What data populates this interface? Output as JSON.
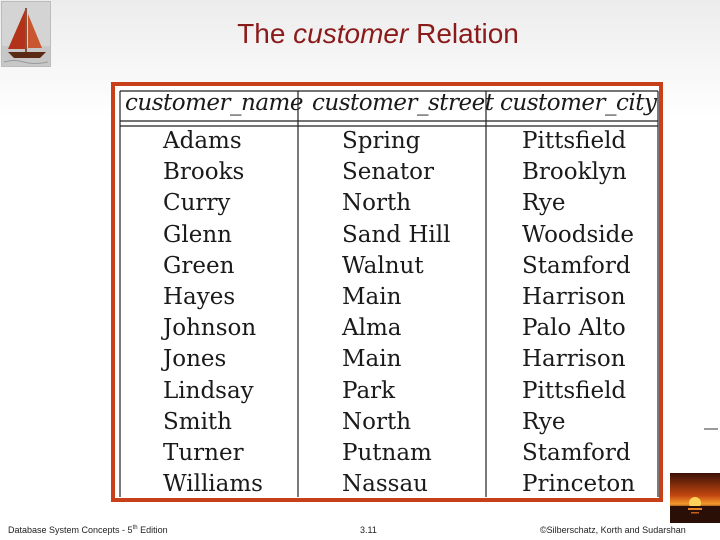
{
  "title": {
    "prefix": "The",
    "italic": "customer",
    "suffix": "Relation"
  },
  "table": {
    "columns": [
      "customer_name",
      "customer_street",
      "customer_city"
    ],
    "rows": [
      [
        "Adams",
        "Spring",
        "Pittsfield"
      ],
      [
        "Brooks",
        "Senator",
        "Brooklyn"
      ],
      [
        "Curry",
        "North",
        "Rye"
      ],
      [
        "Glenn",
        "Sand Hill",
        "Woodside"
      ],
      [
        "Green",
        "Walnut",
        "Stamford"
      ],
      [
        "Hayes",
        "Main",
        "Harrison"
      ],
      [
        "Johnson",
        "Alma",
        "Palo Alto"
      ],
      [
        "Jones",
        "Main",
        "Harrison"
      ],
      [
        "Lindsay",
        "Park",
        "Pittsfield"
      ],
      [
        "Smith",
        "North",
        "Rye"
      ],
      [
        "Turner",
        "Putnam",
        "Stamford"
      ],
      [
        "Williams",
        "Nassau",
        "Princeton"
      ]
    ]
  },
  "footer": {
    "left_prefix": "Database System Concepts - 5",
    "left_sup": "th",
    "left_suffix": " Edition",
    "center": "3.11",
    "right": "©Silberschatz, Korth and Sudarshan"
  },
  "colors": {
    "title": "#8b1a1a",
    "frame": "#c8401a"
  }
}
